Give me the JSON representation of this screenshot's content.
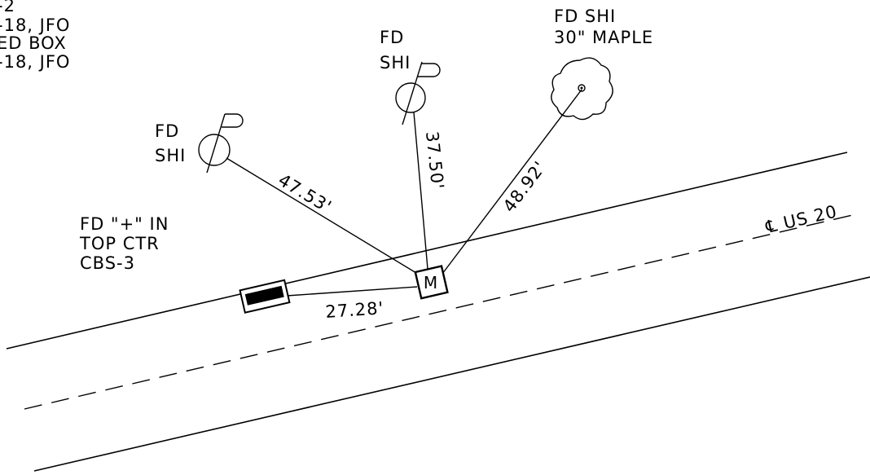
{
  "notes": {
    "topleft": [
      "-2",
      "-18, JFO",
      "ED BOX",
      "-18, JFO"
    ],
    "fd_shi_left": [
      "FD",
      "SHI"
    ],
    "fd_shi_mid": [
      "FD",
      "SHI"
    ],
    "fd_shi_tree": [
      "FD SHI",
      "30\" MAPLE"
    ],
    "fd_plus": [
      "FD \"+\" IN",
      "TOP CTR",
      "CBS-3"
    ],
    "centerline": "℄ US 20",
    "monument_letter": "M"
  },
  "dimensions": {
    "left_shi": "47.53'",
    "mid_shi": "37.50'",
    "maple": "48.92'",
    "cbs": "27.28'"
  }
}
